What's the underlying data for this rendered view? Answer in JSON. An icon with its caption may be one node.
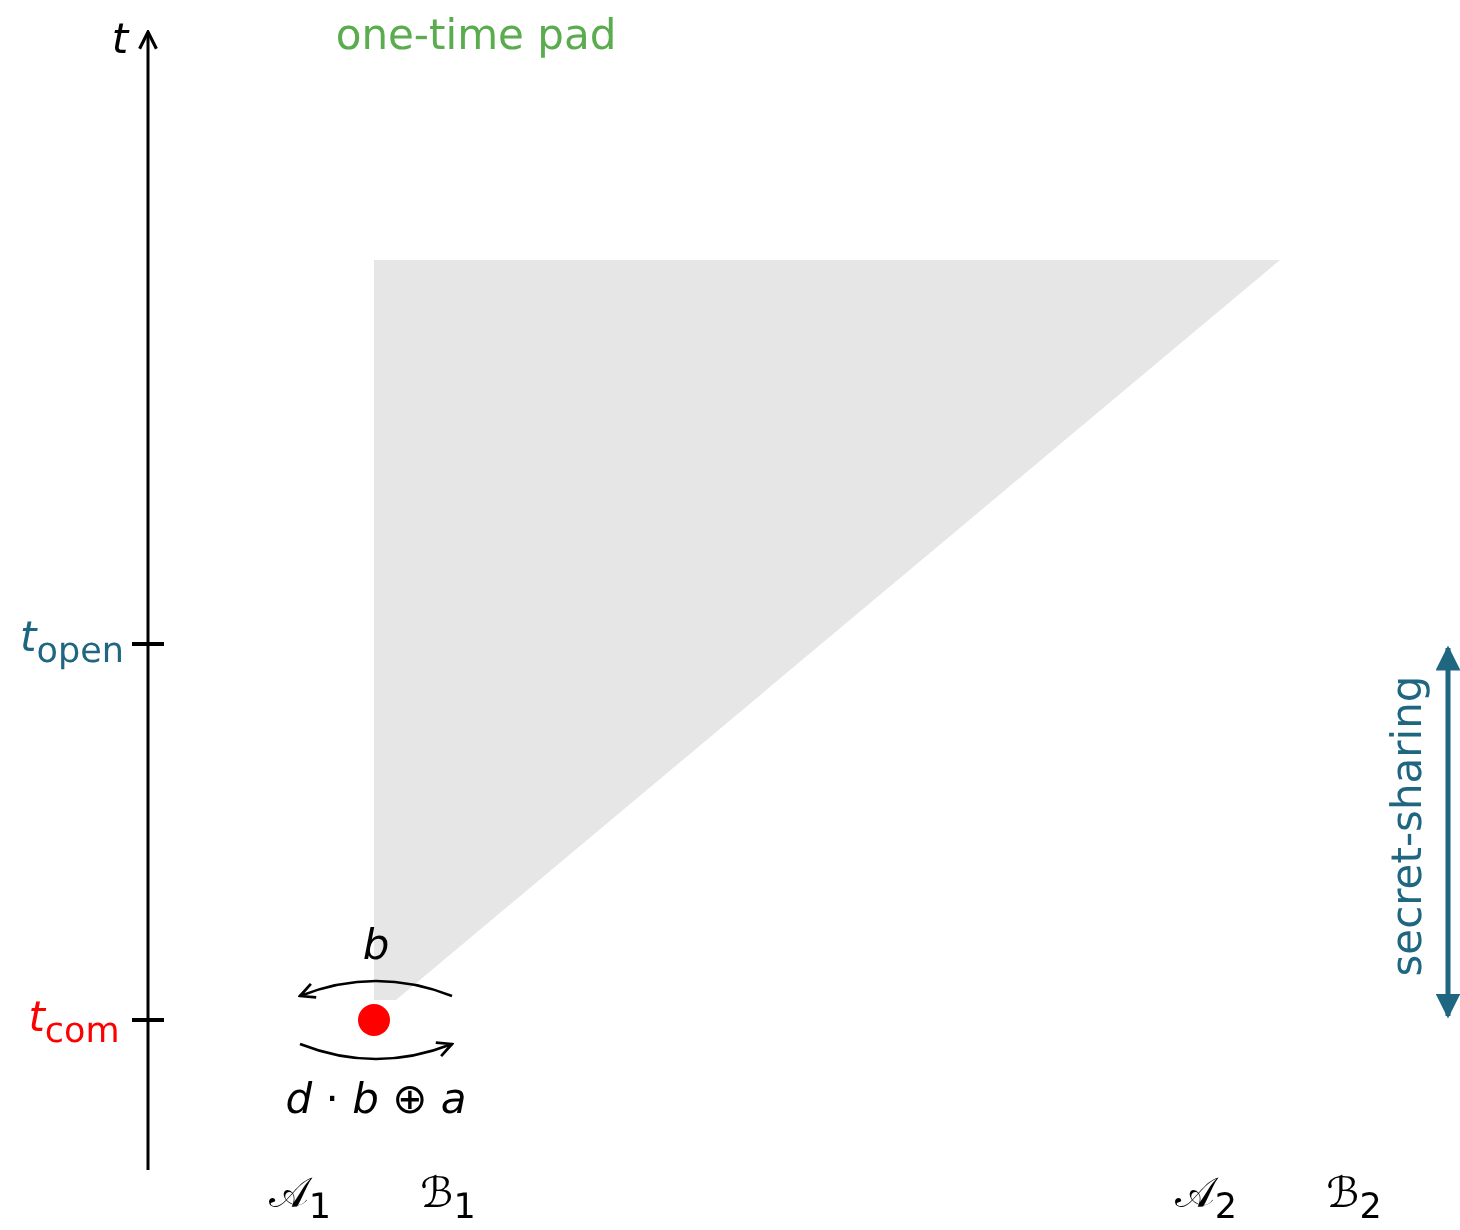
{
  "diagram": {
    "labels": [
      "*t*",
      "one-time pad",
      "*t*$_{open}$",
      "*t*$_{com}$",
      "*b*",
      "*d* · *b* ⊕ *a*",
      "secret-sharing",
      "𝒜$_{1}$",
      "ℬ$_{1}$",
      "𝒜$_{2}$",
      "ℬ$_{2}$"
    ]
  }
}
